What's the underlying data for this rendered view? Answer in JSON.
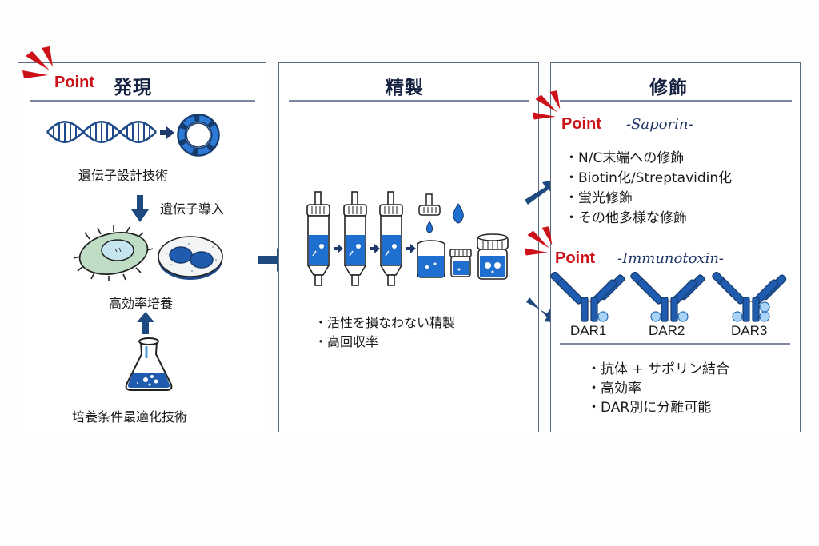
{
  "colors": {
    "point_red": "#cc1119",
    "navy": "#1f4a7f",
    "blue": "#1e5fb4",
    "panel_border": "#5a6a85"
  },
  "steps": [
    {
      "title": "発現",
      "point_label": "Point",
      "labels": {
        "gene_design": "遺伝子設計技術",
        "gene_transfer": "遺伝子導入",
        "high_efficiency_culture": "高効率培養",
        "culture_optimization": "培養条件最適化技術"
      },
      "icons": [
        "dna-icon",
        "plasmid-icon",
        "bacterium-icon",
        "petri-dish-icon",
        "flask-icon"
      ]
    },
    {
      "title": "精製",
      "icons": [
        "chromatography-column-icon",
        "vial-icon",
        "drop-icon"
      ],
      "bullets": [
        "活性を損なわない精製",
        "高回収率"
      ]
    },
    {
      "title": "修飾",
      "sections": [
        {
          "point_label": "Point",
          "subtitle": "-Saporin-",
          "bullets": [
            "N/C末端への修飾",
            "Biotin化/Streptavidin化",
            "蛍光修飾",
            "その他多様な修飾"
          ]
        },
        {
          "point_label": "Point",
          "subtitle": "-Immunotoxin-",
          "dar_labels": [
            "DAR1",
            "DAR2",
            "DAR3"
          ],
          "bullets": [
            "抗体 + サポリン結合",
            "高効率",
            "DAR別に分離可能"
          ]
        }
      ]
    }
  ]
}
